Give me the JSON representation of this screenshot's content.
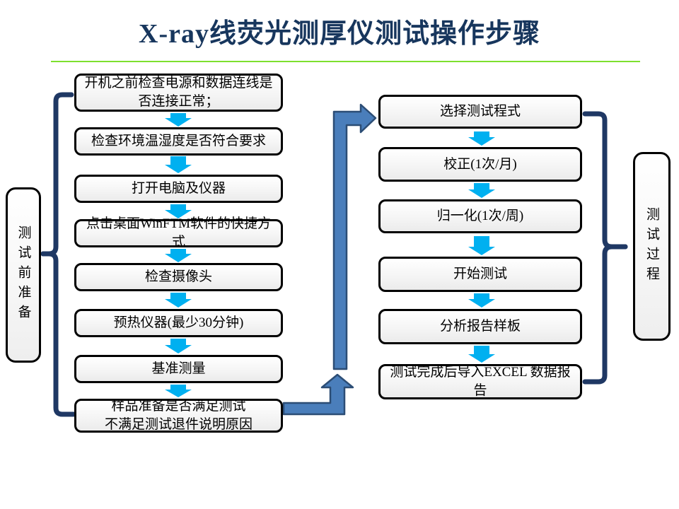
{
  "title": "X-ray线荧光测厚仪测试操作步骤",
  "colors": {
    "title_navy": "#17365D",
    "divider_green": "#7EE02E",
    "brace_navy": "#1F3864",
    "flow_arrow_fill": "#4A7EBB",
    "flow_arrow_stroke": "#2C4D75",
    "step_arrow_cyan": "#00B0F0",
    "box_border": "#000000"
  },
  "left_group": {
    "label": "测试前准备",
    "steps": [
      "开机之前检查电源和数据连线是\n否连接正常；",
      "检查环境温湿度是否符合要求",
      "打开电脑及仪器",
      "点击桌面WinFTM软件的快捷方式",
      "检查摄像头",
      "预热仪器(最少30分钟)",
      "基准测量",
      "样品准备是否满足测试\n不满足测试退件说明原因"
    ]
  },
  "right_group": {
    "label": "测试过程",
    "steps": [
      "选择测试程式",
      "校正(1次/月)",
      "归一化(1次/周)",
      "开始测试",
      "分析报告样板",
      "测试完成后导入EXCEL  数据报告"
    ]
  }
}
